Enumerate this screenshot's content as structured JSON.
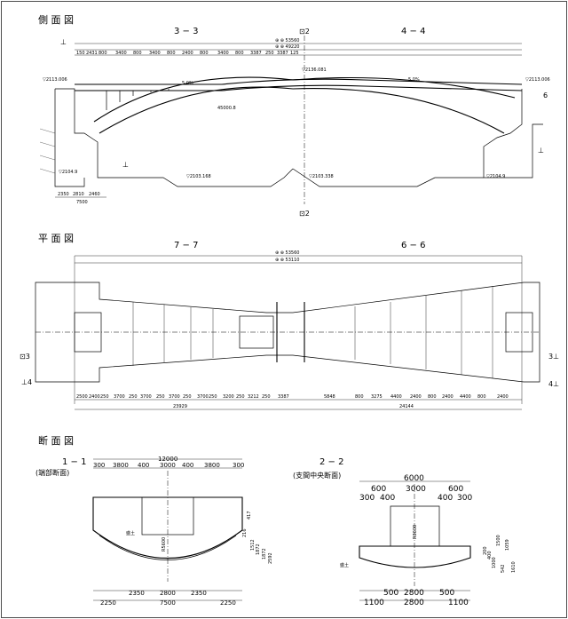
{
  "views": {
    "side": {
      "title": "側 面 図",
      "section_left": "3 − 3",
      "section_right": "4 − 4",
      "cut_mark": "⊡2",
      "total_dims": [
        "⊕ ⊕ 53560",
        "⊕ ⊕ 49220"
      ],
      "span_dims": [
        "150",
        "2431",
        "800",
        "3400",
        "800",
        "3400",
        "800",
        "2400",
        "800",
        "3400",
        "800",
        "3387",
        "250",
        "3387",
        "125"
      ],
      "labels": {
        "left_elev": "▽2113.006",
        "crown": "▽2136.081",
        "right_elev": "▽2113.006",
        "slope_left": "5.0%",
        "slope_right": "5.0%",
        "arch_left": "45000.8",
        "left_found": "▽2104.9",
        "center_found_left": "▽2103.168",
        "center_found_right": "▽2103.338",
        "right_found": "▽2104.9",
        "left_span": "7500",
        "left_sub": [
          "2350",
          "2810",
          "2460"
        ]
      },
      "markers": {
        "left": "⊥",
        "right": "⊥",
        "left_lower": "⊥",
        "right_lower": "⊥",
        "right_number": "6",
        "bottom_cut": "⊡2"
      }
    },
    "plan": {
      "title": "平 面 図",
      "section_left": "7 − 7",
      "section_right": "6 − 6",
      "total_dims": [
        "⊕ ⊕ 53560",
        "⊕ ⊕ 53110"
      ],
      "bottom_dims_left": [
        "2500",
        "2400",
        "250",
        "3700",
        "250",
        "3700",
        "250",
        "3700",
        "250",
        "3700",
        "250",
        "3200",
        "250",
        "3212",
        "250",
        "3387"
      ],
      "bottom_dims_right": [
        "5848",
        "800",
        "3275",
        "4400",
        "2400",
        "800",
        "2400",
        "4400",
        "800",
        "2400"
      ],
      "bottom_totals": [
        "23929",
        "24144"
      ],
      "left_marker": "⊡3",
      "right_marker": "3⊥",
      "left_lower_marker": "⊥4",
      "right_lower_marker": "4⊥"
    },
    "section": {
      "title": "断 面 図",
      "s11": {
        "title": "1 − 1",
        "subtitle": "(端部断面)",
        "top_total": "12000",
        "top_dims": [
          "300",
          "3800",
          "400",
          "3000",
          "400",
          "3800",
          "300"
        ],
        "bottom_dims_1": [
          "2350",
          "2800",
          "2350"
        ],
        "bottom_dims_2": [
          "2250",
          "7500",
          "2250"
        ],
        "right_dims": [
          "417",
          "216",
          "1512",
          "1872",
          "1872",
          "2592"
        ],
        "label_ground": "盛土",
        "label_radius": "R5600"
      },
      "s22": {
        "title": "2 − 2",
        "subtitle": "(支間中央断面)",
        "top_total": "6000",
        "top_dims_1": [
          "600",
          "3000",
          "600"
        ],
        "top_dims_2": [
          "300",
          "400",
          "400",
          "300"
        ],
        "bottom_dims_1": [
          "500",
          "2800",
          "500"
        ],
        "bottom_dims_2": [
          "1100",
          "2800",
          "1100"
        ],
        "right_dims": [
          "200",
          "400",
          "1000",
          "1500",
          "542",
          "1059",
          "1610"
        ],
        "label_ground": "盛土",
        "label_radius": "R3600"
      }
    }
  }
}
